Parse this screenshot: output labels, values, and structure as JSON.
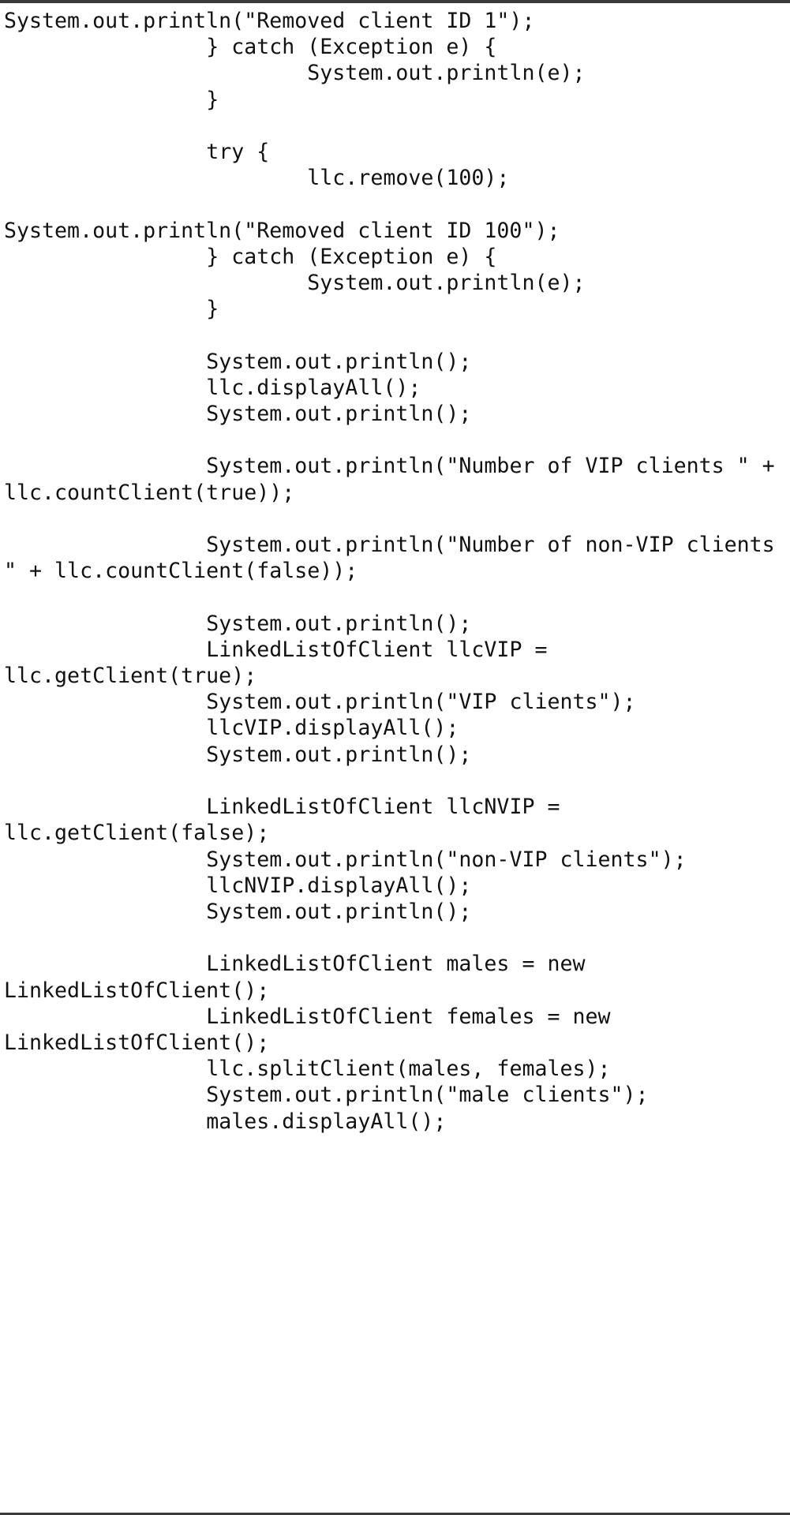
{
  "document": {
    "kind": "code-listing",
    "language": "Java",
    "background_color": "#ffffff",
    "text_color": "#121212",
    "border_color": "#3a3a3a",
    "indent_unit": "                ",
    "wrap": "word-wrap",
    "lines": [
      "System.out.println(\"Removed client ID 1\");",
      "                } catch (Exception e) {",
      "                        System.out.println(e);",
      "                }",
      "",
      "                try {",
      "                        llc.remove(100);",
      "",
      "System.out.println(\"Removed client ID 100\");",
      "                } catch (Exception e) {",
      "                        System.out.println(e);",
      "                }",
      "",
      "                System.out.println();",
      "                llc.displayAll();",
      "                System.out.println();",
      "",
      "                System.out.println(\"Number of VIP clients \" + llc.countClient(true));",
      "",
      "                System.out.println(\"Number of non-VIP clients \" + llc.countClient(false));",
      "",
      "                System.out.println();",
      "                LinkedListOfClient llcVIP = llc.getClient(true);",
      "                System.out.println(\"VIP clients\");",
      "                llcVIP.displayAll();",
      "                System.out.println();",
      "",
      "                LinkedListOfClient llcNVIP = llc.getClient(false);",
      "                System.out.println(\"non-VIP clients\");",
      "                llcNVIP.displayAll();",
      "                System.out.println();",
      "",
      "                LinkedListOfClient males = new LinkedListOfClient();",
      "                LinkedListOfClient females = new LinkedListOfClient();",
      "                llc.splitClient(males, females);",
      "                System.out.println(\"male clients\");",
      "                males.displayAll();"
    ],
    "code_text": "System.out.println(\"Removed client ID 1\");\n                } catch (Exception e) {\n                        System.out.println(e);\n                }\n\n                try {\n                        llc.remove(100);\n\nSystem.out.println(\"Removed client ID 100\");\n                } catch (Exception e) {\n                        System.out.println(e);\n                }\n\n                System.out.println();\n                llc.displayAll();\n                System.out.println();\n\n                System.out.println(\"Number of VIP clients \" + llc.countClient(true));\n\n                System.out.println(\"Number of non-VIP clients \" + llc.countClient(false));\n\n                System.out.println();\n                LinkedListOfClient llcVIP = llc.getClient(true);\n                System.out.println(\"VIP clients\");\n                llcVIP.displayAll();\n                System.out.println();\n\n                LinkedListOfClient llcNVIP = llc.getClient(false);\n                System.out.println(\"non-VIP clients\");\n                llcNVIP.displayAll();\n                System.out.println();\n\n                LinkedListOfClient males = new LinkedListOfClient();\n                LinkedListOfClient females = new LinkedListOfClient();\n                llc.splitClient(males, females);\n                System.out.println(\"male clients\");\n                males.displayAll();"
  }
}
